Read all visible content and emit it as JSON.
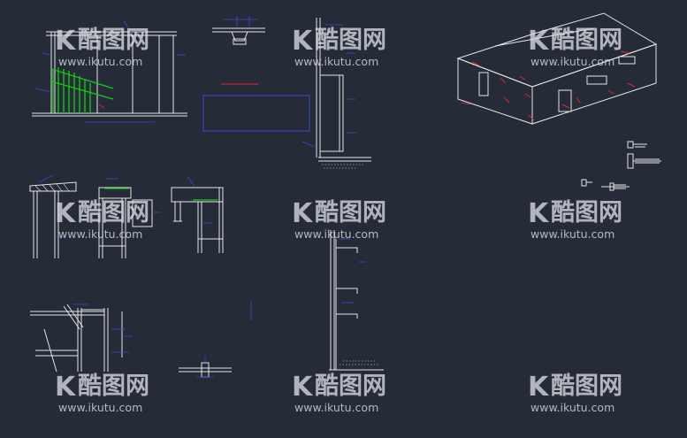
{
  "colors": {
    "background": "#262b38",
    "linework": "#e6e6e6",
    "dimension": "#3a4bd8",
    "highlight_green": "#19c219",
    "annotation_red": "#e02828",
    "watermark": "#d8dbe2"
  },
  "watermark": {
    "logo_letter": "K",
    "logo_text": "酷图网",
    "url": "www.ikutu.com"
  },
  "icons": [
    "screw-icon",
    "self-drilling-screw-icon",
    "rivet-icon",
    "blind-rivet-icon"
  ]
}
